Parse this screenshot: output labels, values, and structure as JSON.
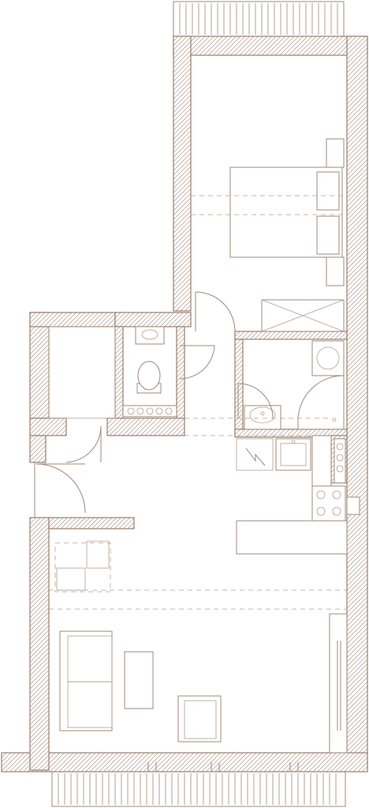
{
  "plan": {
    "colors": {
      "wall_stroke": "#9a7f6e",
      "line": "#a08878",
      "background": "#ffffff"
    },
    "rooms": [
      {
        "name": "bedroom"
      },
      {
        "name": "closet"
      },
      {
        "name": "toilet"
      },
      {
        "name": "bathroom"
      },
      {
        "name": "hallway"
      },
      {
        "name": "kitchen"
      },
      {
        "name": "living-room"
      }
    ],
    "balconies": [
      {
        "name": "balcony-top"
      },
      {
        "name": "balcony-bottom"
      }
    ]
  }
}
